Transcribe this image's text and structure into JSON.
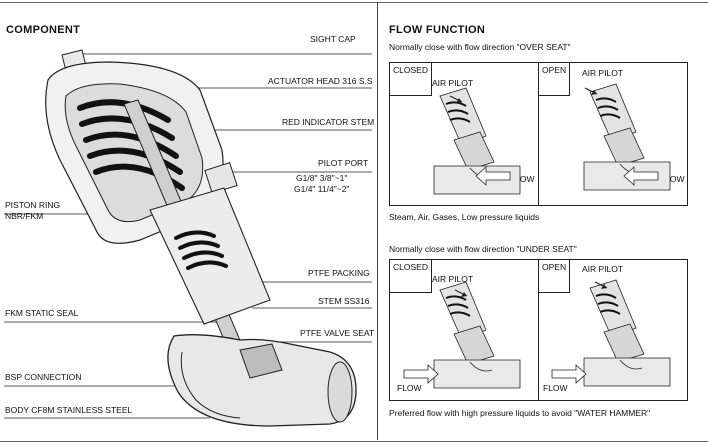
{
  "left": {
    "heading": "COMPONENT",
    "labels": {
      "sight_cap": "SIGHT CAP",
      "actuator_head": "ACTUATOR HEAD 316 S.S",
      "red_indicator": "RED INDICATOR STEM",
      "pilot_port": "PILOT PORT",
      "pilot_port_1": "G1/8\" 3/8\"~1\"",
      "pilot_port_2": "G1/4\" 11/4\"~2\"",
      "piston_ring": "PISTON RING",
      "piston_ring_2": "NBR/FKM",
      "ptfe_packing": "PTFE PACKING",
      "stem": "STEM SS316",
      "ptfe_valve_seat": "PTFE VALVE SEAT",
      "fkm_static_seal": "FKM STATIC SEAL",
      "bsp_connection": "BSP CONNECTION",
      "body": "BODY CF8M STAINLESS STEEL"
    }
  },
  "right": {
    "heading": "FLOW  FUNCTION",
    "over_seat": {
      "title": "Normally close with flow direction \"OVER SEAT\"",
      "closed_tag": "CLOSED",
      "open_tag": "OPEN",
      "air_pilot_1": "AIR PILOT",
      "air_pilot_2": "AIR PILOT",
      "flow_1": "FLOW",
      "flow_2": "FLOW",
      "caption": "Steam, Air, Gases, Low pressure liquids"
    },
    "under_seat": {
      "title": "Normally close with flow direction \"UNDER SEAT\"",
      "closed_tag": "CLOSED",
      "open_tag": "OPEN",
      "air_pilot_1": "AIR PILOT",
      "air_pilot_2": "AIR PILOT",
      "flow_1": "FLOW",
      "flow_2": "FLOW",
      "caption": "Preferred flow with high pressure liquids to avoid \"WATER HAMMER\""
    }
  }
}
